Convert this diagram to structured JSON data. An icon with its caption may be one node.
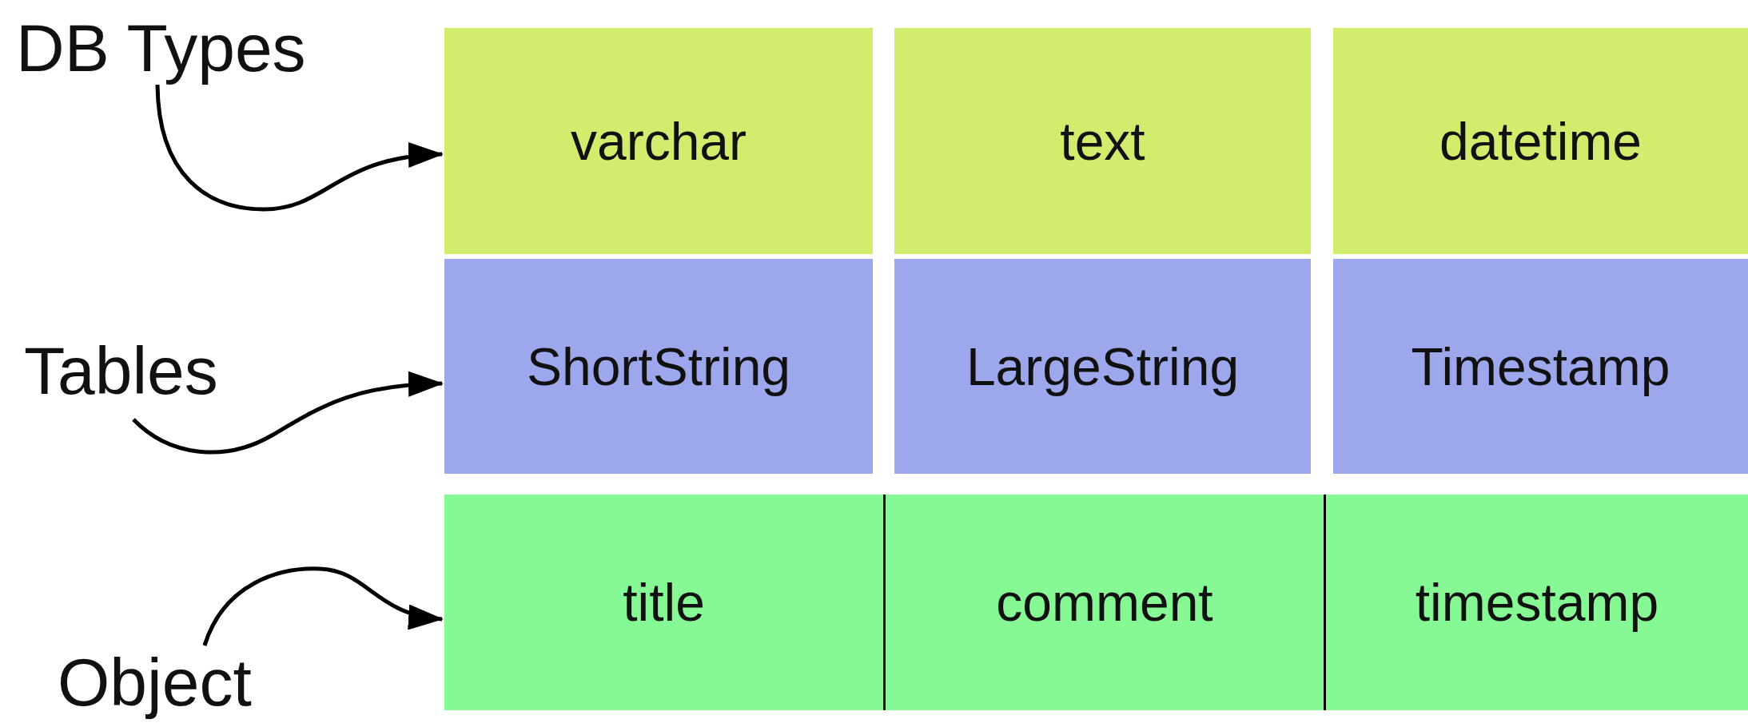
{
  "diagram": {
    "nodes": [
      {
        "text": [
          "DB Types"
        ]
      },
      {
        "text": [
          "varchar"
        ]
      },
      {
        "text": [
          "text"
        ]
      },
      {
        "text": [
          "datetime"
        ]
      },
      {
        "text": [
          "Tables"
        ]
      },
      {
        "text": [
          "ShortString"
        ]
      },
      {
        "text": [
          "LargeString"
        ]
      },
      {
        "text": [
          "Timestamp"
        ]
      },
      {
        "text": [
          "Object"
        ]
      },
      {
        "text": [
          "title"
        ]
      },
      {
        "text": [
          "comment"
        ]
      },
      {
        "text": [
          "timestamp"
        ]
      }
    ],
    "edges": [
      {
        "from": 0,
        "to": 1,
        "arrow": "to"
      },
      {
        "from": 4,
        "to": 5,
        "arrow": "to"
      },
      {
        "from": 8,
        "to": 9,
        "arrow": "to"
      }
    ]
  }
}
